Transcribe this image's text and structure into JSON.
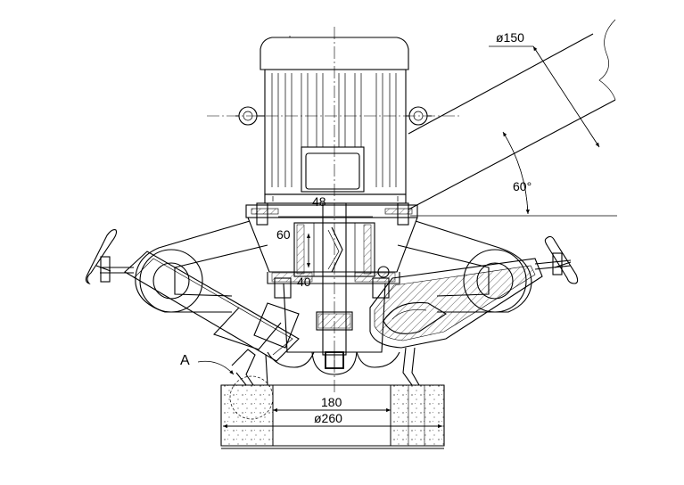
{
  "labels": {
    "dia_150": "ø150",
    "angle_60": "60°",
    "dim_48": "48",
    "dim_60": "60",
    "dim_40": "40",
    "detail_a": "A",
    "dim_180": "180",
    "dia_260": "ø260"
  }
}
